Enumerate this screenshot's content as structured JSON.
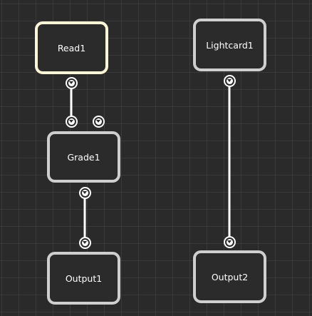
{
  "node_graph": {
    "nodes": [
      {
        "id": "read1",
        "label": "Read1",
        "selected": true
      },
      {
        "id": "lightcard1",
        "label": "Lightcard1",
        "selected": false
      },
      {
        "id": "grade1",
        "label": "Grade1",
        "selected": false
      },
      {
        "id": "output1",
        "label": "Output1",
        "selected": false
      },
      {
        "id": "output2",
        "label": "Output2",
        "selected": false
      }
    ],
    "connections": [
      {
        "from": "read1",
        "to": "grade1"
      },
      {
        "from": "grade1",
        "to": "output1"
      },
      {
        "from": "lightcard1",
        "to": "output2"
      }
    ],
    "colors": {
      "background": "#2a2a2a",
      "grid_line": "#3a3a3a",
      "node_border": "#cfcfcf",
      "selected_border": "#fbf6d6",
      "wire": "#ffffff",
      "label": "#ffffff"
    },
    "icons": {
      "port": "port-arrow-down-icon"
    }
  }
}
